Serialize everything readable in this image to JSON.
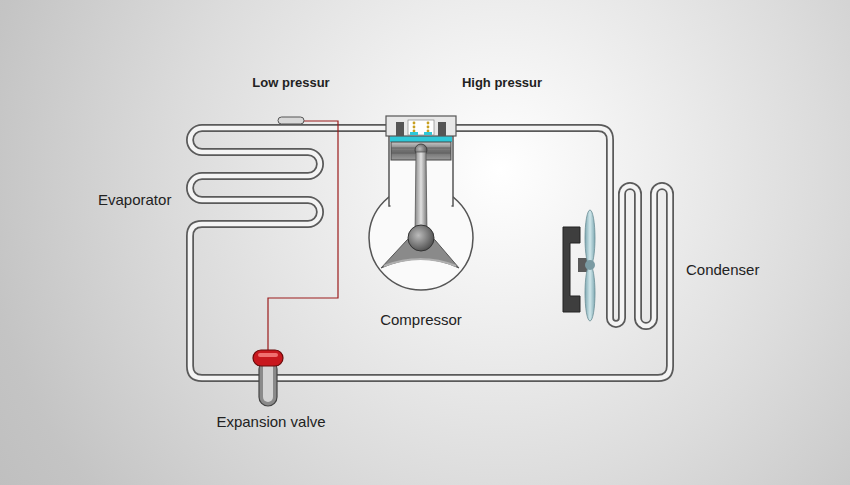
{
  "diagram": {
    "labels": [
      "Low pressur",
      "High pressur",
      "Evaporator",
      "Compressor",
      "Condenser",
      "Expansion valve"
    ]
  }
}
